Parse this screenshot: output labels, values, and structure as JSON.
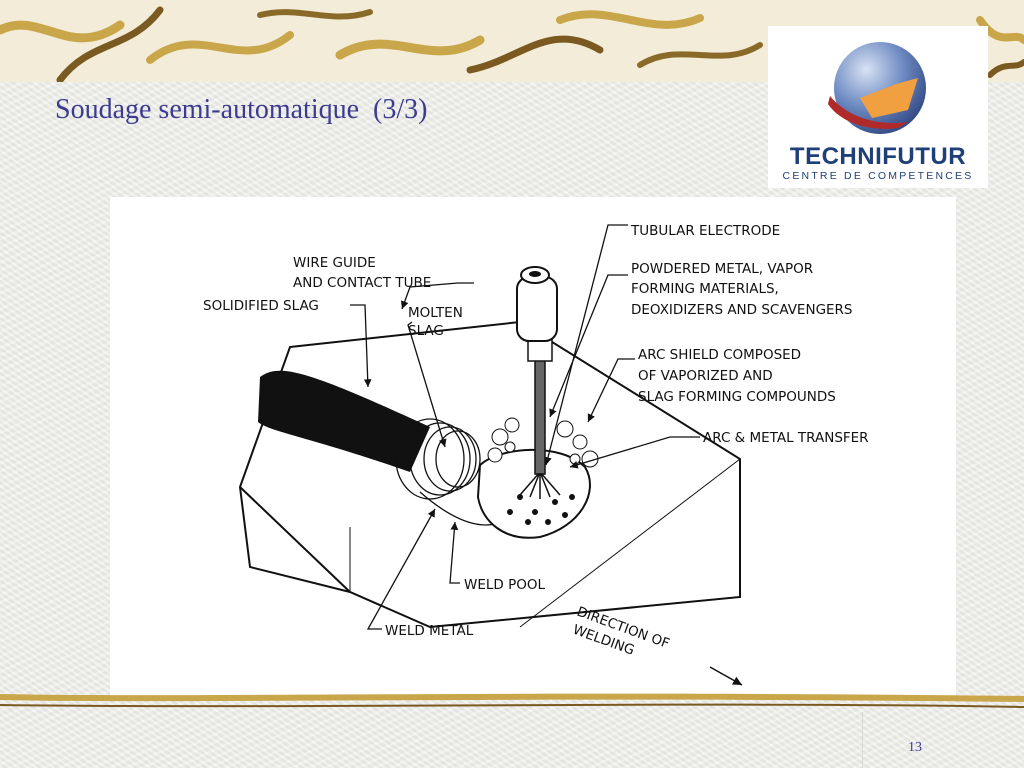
{
  "slide": {
    "title": "Soudage semi-automatique  (3/3)",
    "page_number": "13"
  },
  "logo": {
    "name": "TECHNIFUTUR",
    "subtitle": "CENTRE DE COMPETENCES"
  },
  "diagram": {
    "labels": {
      "tubular_electrode": "TUBULAR ELECTRODE",
      "powdered_metal_1": "POWDERED METAL, VAPOR",
      "powdered_metal_2": "FORMING MATERIALS,",
      "powdered_metal_3": "DEOXIDIZERS AND SCAVENGERS",
      "wire_guide_1": "WIRE GUIDE",
      "wire_guide_2": "AND CONTACT TUBE",
      "solidified_slag": "SOLIDIFIED SLAG",
      "molten_slag_1": "MOLTEN",
      "molten_slag_2": "SLAG",
      "arc_shield_1": "ARC SHIELD COMPOSED",
      "arc_shield_2": "OF VAPORIZED AND",
      "arc_shield_3": "SLAG FORMING COMPOUNDS",
      "arc_metal_transfer": "ARC & METAL TRANSFER",
      "weld_pool": "WELD POOL",
      "weld_metal": "WELD METAL",
      "direction_1": "DIRECTION OF",
      "direction_2": "WELDING"
    }
  },
  "colors": {
    "title": "#3b3b8f",
    "logo_text": "#1f3f78",
    "band_gold": "#c9a64a"
  }
}
